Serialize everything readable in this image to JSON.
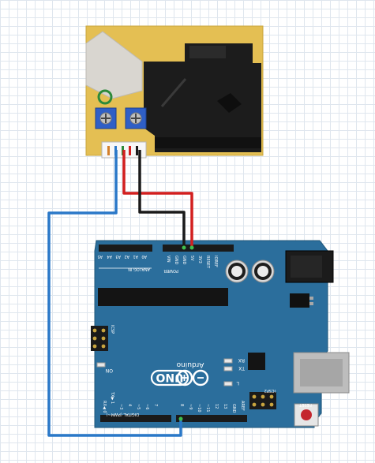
{
  "arduino": {
    "brand": "Arduino",
    "model": "UNO",
    "labels": {
      "analog_in": "ANALOG IN",
      "power": "POWER",
      "digital": "DIGITAL (PWM~)",
      "icsp": "ICSP",
      "icsp2": "ICSP2",
      "on": "ON",
      "tx": "TX",
      "rx": "RX",
      "l": "L",
      "reset": "RESET",
      "ioref": "IOREF",
      "aref": "AREF",
      "txd": "TX▶ 1",
      "rxd": "RX◀ 0"
    },
    "analog_pins": [
      "A5",
      "A4",
      "A3",
      "A2",
      "A1",
      "A0"
    ],
    "power_pins": [
      "VIN",
      "GND",
      "GND",
      "5V",
      "3V3",
      "RESET"
    ],
    "digital_pins": [
      "~3",
      "4",
      "~5",
      "~6",
      "7",
      "8",
      "~9",
      "~10",
      "~11",
      "12",
      "13",
      "GND"
    ]
  },
  "colors": {
    "board": "#2b6e9c",
    "sensor": "#e4bf53",
    "wire_red": "#d21f1f",
    "wire_black": "#1a1a1a",
    "wire_blue": "#2a78c8"
  }
}
